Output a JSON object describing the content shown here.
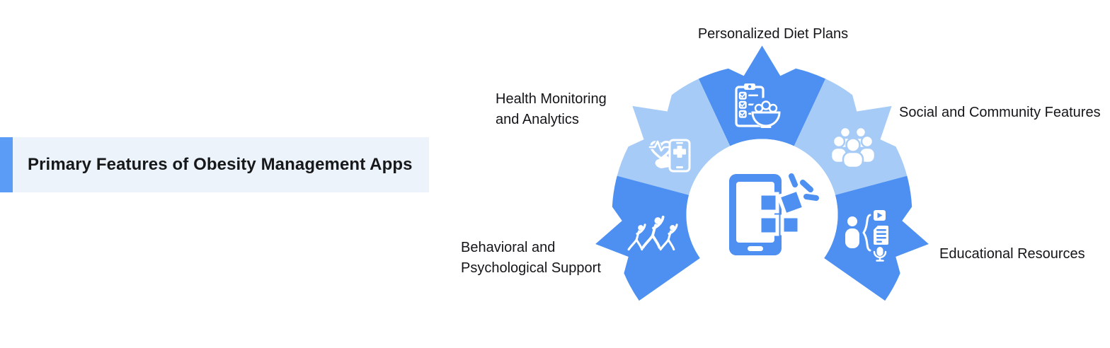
{
  "title": {
    "text": "Primary Features of Obesity Management Apps"
  },
  "colors": {
    "primary_blue": "#4D90F2",
    "light_blue": "#A6CBF7",
    "title_bg": "#EDF3FB",
    "title_accent": "#5B9CF6",
    "icon_white": "#FFFFFF",
    "text_dark": "#17181A"
  },
  "diagram": {
    "name": "Primary Features of Obesity Management Apps fan diagram",
    "center_icon": "smartphone-with-apps-icon",
    "segments": [
      {
        "name": "personalized-diet-plans",
        "label": "Personalized Diet Plans",
        "lines": [
          "Personalized Diet Plans"
        ],
        "icon": "diet-plan-clipboard-icon",
        "color": "primary_blue",
        "angle_start": 65,
        "angle_end": 115
      },
      {
        "name": "health-monitoring-and-analytics",
        "label": "Health Monitoring and Analytics",
        "lines": [
          "Health Monitoring",
          "and Analytics"
        ],
        "icon": "health-monitoring-icon",
        "color": "light_blue",
        "angle_start": 115,
        "angle_end": 165
      },
      {
        "name": "social-and-community-features",
        "label": "Social and Community Features",
        "lines": [
          "Social and Community Features"
        ],
        "icon": "community-people-icon",
        "color": "light_blue",
        "angle_start": 15,
        "angle_end": 65
      },
      {
        "name": "behavioral-and-psychological-support",
        "label": "Behavioral and Psychological Support",
        "lines": [
          "Behavioral and",
          "Psychological Support"
        ],
        "icon": "exercise-figures-icon",
        "color": "primary_blue",
        "angle_start": 165,
        "angle_end": 215
      },
      {
        "name": "educational-resources",
        "label": "Educational Resources",
        "lines": [
          "Educational Resources"
        ],
        "icon": "educational-resources-icon",
        "color": "primary_blue",
        "angle_start": -35,
        "angle_end": 15
      }
    ]
  }
}
